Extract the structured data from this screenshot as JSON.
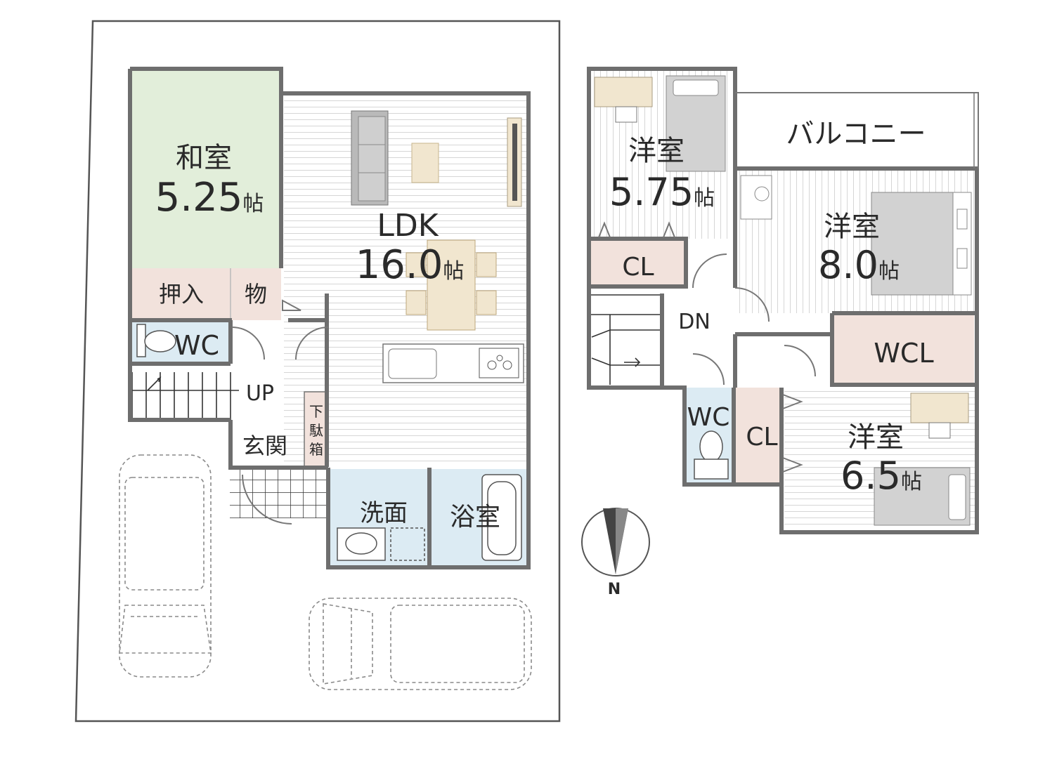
{
  "floor1": {
    "washitsu_name": "和室",
    "washitsu_size": "5.25",
    "washitsu_unit": "帖",
    "oshiire": "押入",
    "mono": "物",
    "wc": "WC",
    "up": "UP",
    "genkan": "玄関",
    "getabako_1": "下",
    "getabako_2": "駄",
    "getabako_3": "箱",
    "ldk_name": "LDK",
    "ldk_size": "16.0",
    "ldk_unit": "帖",
    "senmen": "洗面",
    "yokushitsu": "浴室"
  },
  "floor2": {
    "room1_name": "洋室",
    "room1_size": "5.75",
    "room1_unit": "帖",
    "cl1": "CL",
    "dn": "DN",
    "balcony": "バルコニー",
    "room2_name": "洋室",
    "room2_size": "8.0",
    "room2_unit": "帖",
    "wcl": "WCL",
    "wc": "WC",
    "cl2": "CL",
    "room3_name": "洋室",
    "room3_size": "6.5",
    "room3_unit": "帖"
  },
  "compass": {
    "north": "N"
  },
  "colors": {
    "tatami": "#e2eeda",
    "storage": "#f2e2dc",
    "water": "#dcebf3",
    "furniture_gray": "#d2d2d2",
    "furniture_beige": "#f1e6cf",
    "wall": "#6e6e6e"
  },
  "icons": [
    "compass-icon",
    "stairs-icon",
    "door-swing-icon",
    "car-outline-icon",
    "sofa-icon",
    "bed-icon",
    "desk-icon",
    "toilet-icon",
    "bathtub-icon",
    "washbasin-icon",
    "stove-icon",
    "sink-icon"
  ]
}
